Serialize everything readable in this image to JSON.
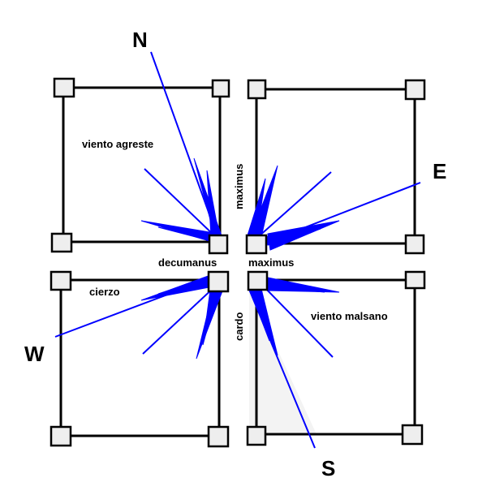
{
  "colors": {
    "rays": "#0000ff",
    "lines": "#000000",
    "corner_fill": "#eeeeee",
    "shaded_area": "#f3f3f3",
    "background": "#ffffff"
  },
  "directions": {
    "north": "N",
    "east": "E",
    "south": "S",
    "west": "W"
  },
  "roads": {
    "decumanus": "decumanus",
    "maximus_horizontal": "maximus",
    "maximus_vertical": "maximus",
    "cardo": "cardo"
  },
  "winds": {
    "northwest": "viento agreste",
    "west": "cierzo",
    "southeast": "viento malsano"
  }
}
